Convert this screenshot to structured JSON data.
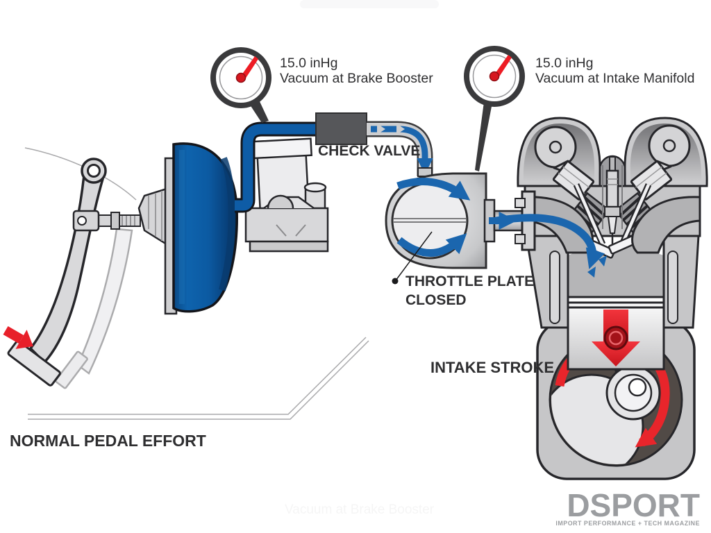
{
  "page": {
    "background": "#ffffff"
  },
  "gauges": [
    {
      "value": "15.0 inHg",
      "label": "Vacuum at Brake Booster",
      "icon": "gauge-needle-icon"
    },
    {
      "value": "15.0 inHg",
      "label": "Vacuum at Intake Manifold",
      "icon": "gauge-needle-icon"
    }
  ],
  "labels": {
    "check_valve": "CHECK VALVE",
    "throttle_plate_line1": "THROTTLE PLATE",
    "throttle_plate_line2": "CLOSED",
    "intake_stroke": "INTAKE STROKE",
    "pedal_effort": "NORMAL PEDAL EFFORT"
  },
  "logo": {
    "name": "DSPORT",
    "tagline": "IMPORT PERFORMANCE + TECH MAGAZINE"
  },
  "icons": {
    "gauge_needle": "red-needle-up-right",
    "flow_arrows": "blue-chevron-flow",
    "piston_arrow": "red-arrow-down",
    "crank_arrow": "red-arrow-rotate-clockwise",
    "pedal_arrow": "red-arrow-down-right"
  },
  "colors": {
    "booster_blue": "#0c5ea4",
    "flow_blue": "#1b66ae",
    "accent_red": "#e8202a",
    "component_gray": "#d6d6d8",
    "dark_interior": "#514a46",
    "check_valve_gray": "#56575a",
    "outline": "#26262a",
    "text": "#2e2e30",
    "logo_gray": "#9b9da0"
  }
}
